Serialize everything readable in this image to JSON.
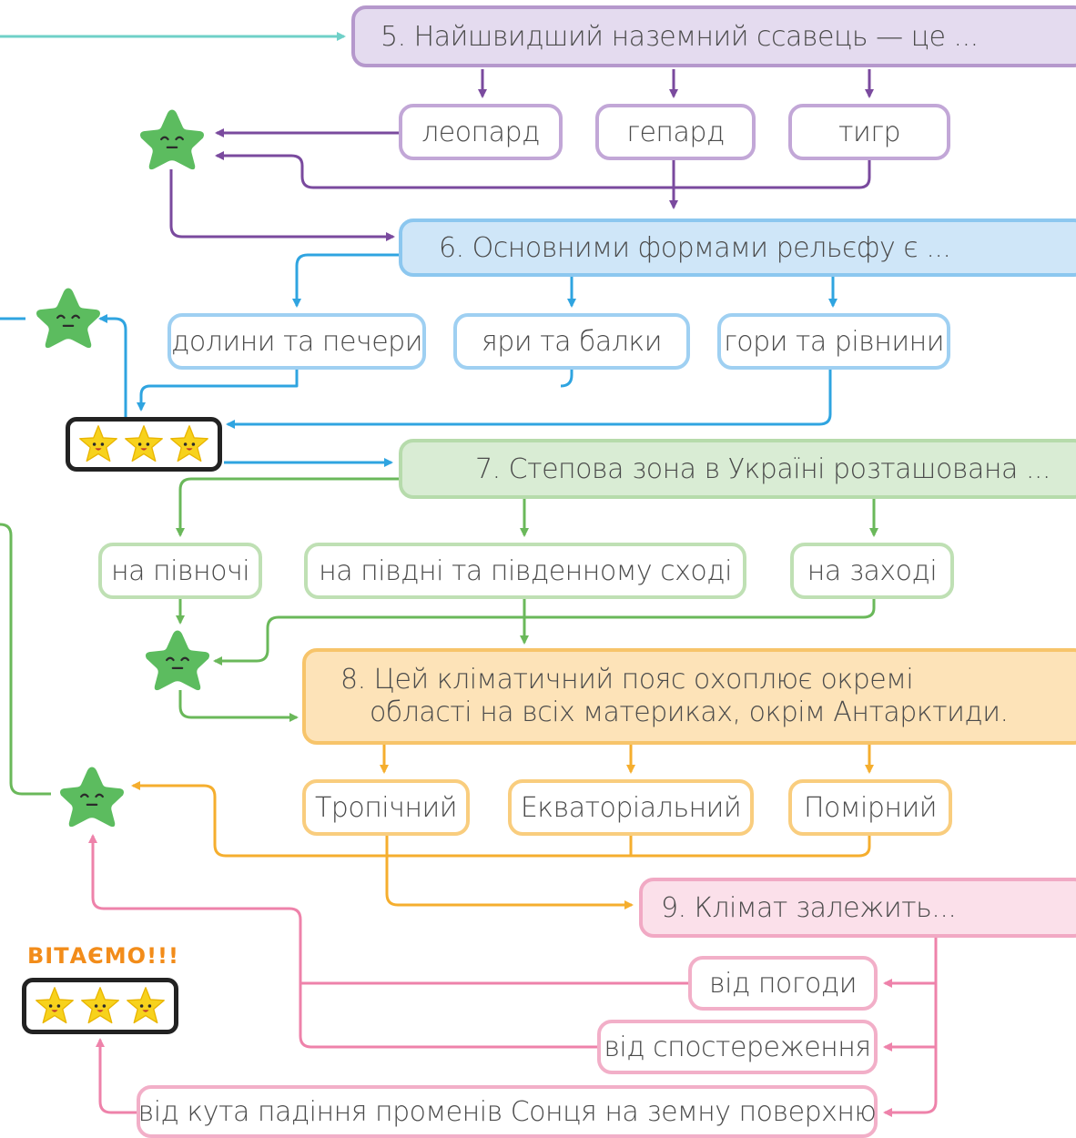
{
  "colors": {
    "purple": "#7a4a9e",
    "blue": "#2fa4e0",
    "green": "#6ab85a",
    "orange": "#f5ae2e",
    "pink": "#ee82aa",
    "teal": "#6fd0c8",
    "star_green": "#5cbc5f",
    "star_yellow": "#f7d21c",
    "congrats": "#f28c1a"
  },
  "q5": {
    "question": "5. Найшвидший наземний ссавець — це ...",
    "answers": [
      "леопард",
      "гепард",
      "тигр"
    ]
  },
  "q6": {
    "question": "6. Основними формами рельєфу є ...",
    "answers": [
      "долини та печери",
      "яри та балки",
      "гори та рівнини"
    ]
  },
  "q7": {
    "question": "7. Степова зона в Україні розташована ...",
    "answers": [
      "на півночі",
      "на півдні та південному сході",
      "на заході"
    ]
  },
  "q8": {
    "question_line1": "8. Цей кліматичний пояс охоплює окремі",
    "question_line2": "області на всіх материках, окрім Антарктиди.",
    "answers": [
      "Тропічний",
      "Екваторіальний",
      "Помірний"
    ]
  },
  "q9": {
    "question": "9.  Клімат залежить...",
    "answers": [
      "від погоди",
      "від спостереження",
      "від кута падіння променів Сонця на земну поверхню"
    ]
  },
  "congrats": "ВІТАЄМО!!!",
  "icons": {
    "sad_star": "sad-star-icon",
    "happy_star": "happy-star-icon"
  }
}
